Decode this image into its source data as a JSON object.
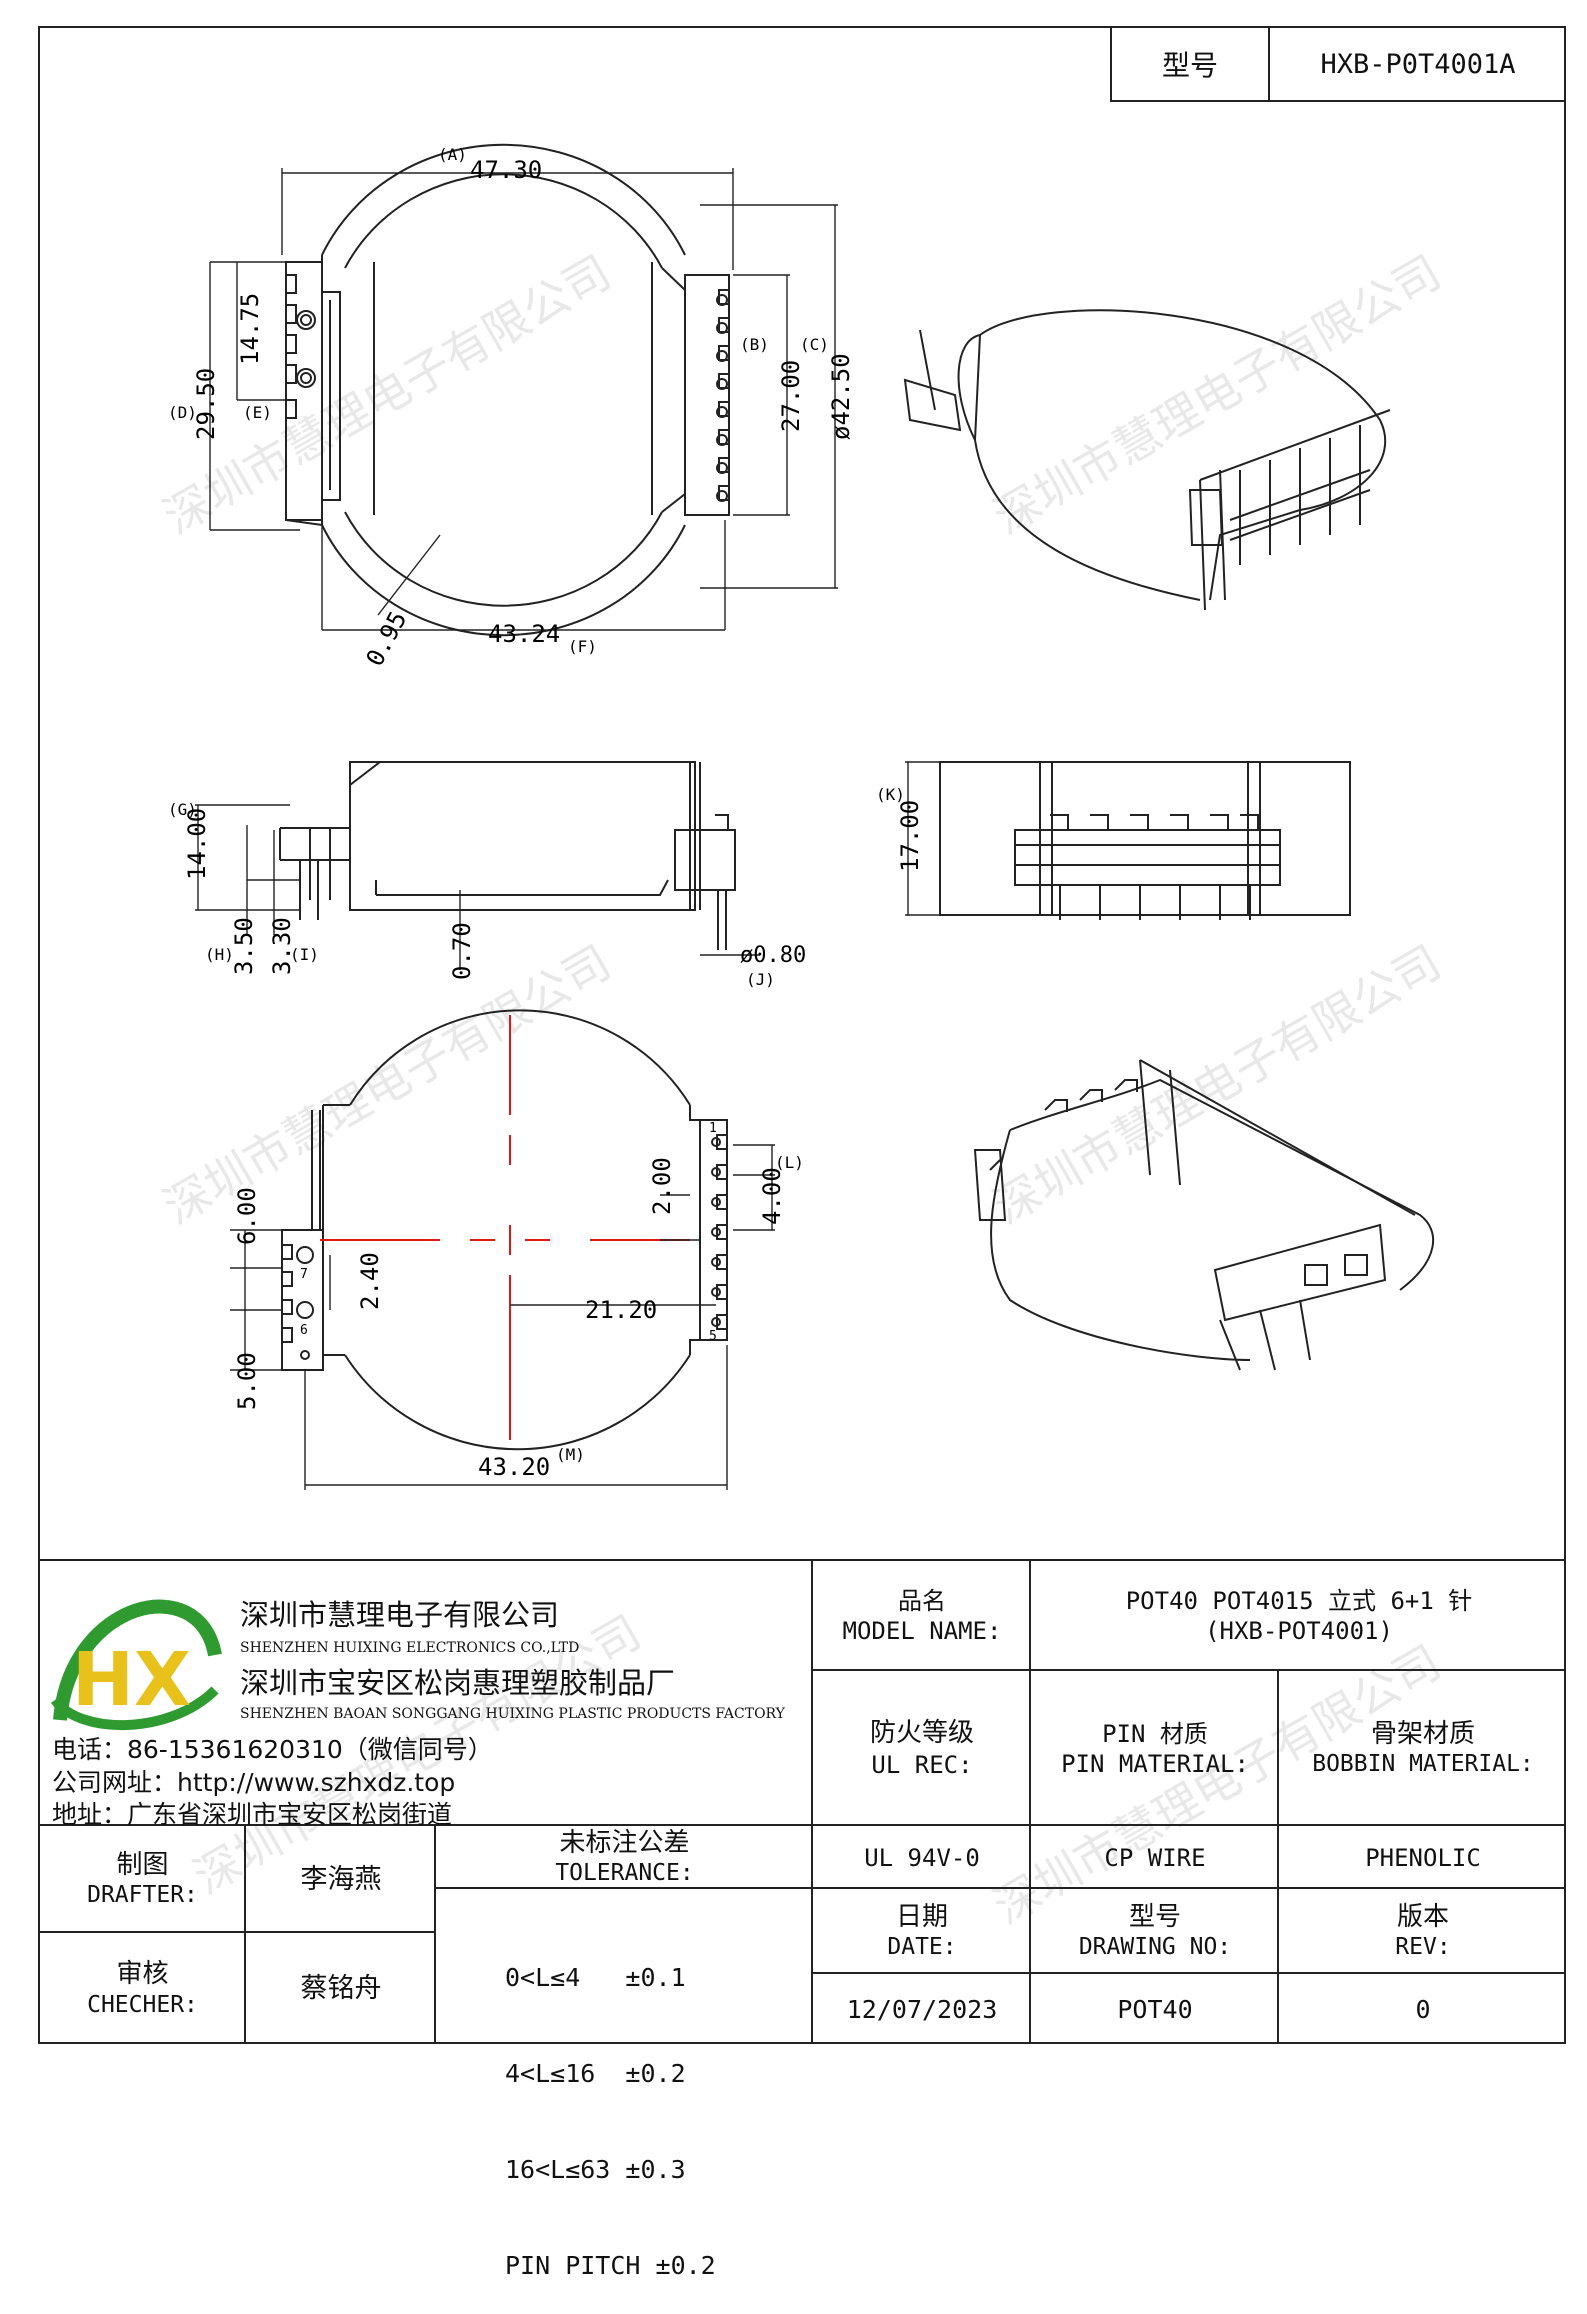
{
  "header": {
    "model_label": "型号",
    "model_value": "HXB-P0T4001A"
  },
  "watermark": "深圳市慧理电子有限公司",
  "dims": {
    "top_view": {
      "a_tag": "(A)",
      "a_val": "47.30",
      "b_tag": "(B)",
      "b_val": "27.00",
      "c_tag": "(C)",
      "c_val": "ø42.50",
      "d_tag": "(D)",
      "d_val": "29.50",
      "e_tag": "(E)",
      "e_val": "14.75",
      "f_tag": "(F)",
      "f_val": "43.24",
      "wall": "0.95"
    },
    "side_view": {
      "g_tag": "(G)",
      "g_val": "14.00",
      "h_tag": "(H)",
      "h_val": "3.50",
      "i_tag": "(I)",
      "i_val": "3.30",
      "j_tag": "(J)",
      "j_val": "ø0.80",
      "floor": "0.70"
    },
    "end_view": {
      "k_tag": "(K)",
      "k_val": "17.00"
    },
    "bottom_view": {
      "l_tag": "(L)",
      "pitch2": "2.00",
      "pitch4": "4.00",
      "v6": "6.00",
      "v5": "5.00",
      "v240": "2.40",
      "v2120": "21.20",
      "m_tag": "(M)",
      "m_val": "43.20",
      "pin7": "7",
      "pin6": "6",
      "pin1": "1",
      "pin5": "5"
    }
  },
  "company": {
    "logo_letters": "HX",
    "name_cn": "深圳市慧理电子有限公司",
    "name_en": "SHENZHEN HUIXING ELECTRONICS CO.,LTD",
    "factory_cn": "深圳市宝安区松岗惠理塑胶制品厂",
    "factory_en": "SHENZHEN BAOAN SONGGANG HUIXING PLASTIC PRODUCTS FACTORY",
    "phone": "电话：86-15361620310（微信同号）",
    "website": "公司网址：http://www.szhxdz.top",
    "address": "地址：广东省深圳市宝安区松岗街道"
  },
  "title_block": {
    "model_name_cn": "品名",
    "model_name_en": "MODEL NAME:",
    "model_name_val1": "POT40 POT4015 立式 6+1 针",
    "model_name_val2": "(HXB-POT4001)",
    "ul_cn": "防火等级",
    "ul_en": "UL REC:",
    "pin_cn": "PIN 材质",
    "pin_en": "PIN MATERIAL:",
    "bobbin_cn": "骨架材质",
    "bobbin_en": "BOBBIN MATERIAL:",
    "ul_val": "UL 94V-0",
    "pin_val": "CP WIRE",
    "bobbin_val": "PHENOLIC",
    "drafter_cn": "制图",
    "drafter_en": "DRAFTER:",
    "drafter_val": "李海燕",
    "checker_cn": "审核",
    "checker_en": "CHECHER:",
    "checker_val": "蔡铭舟",
    "tol_cn": "未标注公差",
    "tol_en": "TOLERANCE:",
    "tol_lines": [
      "0<L≤4   ±0.1",
      "4<L≤16  ±0.2",
      "16<L≤63 ±0.3",
      "PIN PITCH ±0.2"
    ],
    "date_cn": "日期",
    "date_en": "DATE:",
    "date_val": "12/07/2023",
    "dwg_cn": "型号",
    "dwg_en": "DRAWING NO:",
    "dwg_val": "POT40",
    "rev_cn": "版本",
    "rev_en": "REV:",
    "rev_val": "0"
  },
  "colors": {
    "line": "#222222",
    "centerline": "#e01818",
    "logo_green": "#2f9a2f",
    "logo_yellow": "#e8c21a"
  }
}
